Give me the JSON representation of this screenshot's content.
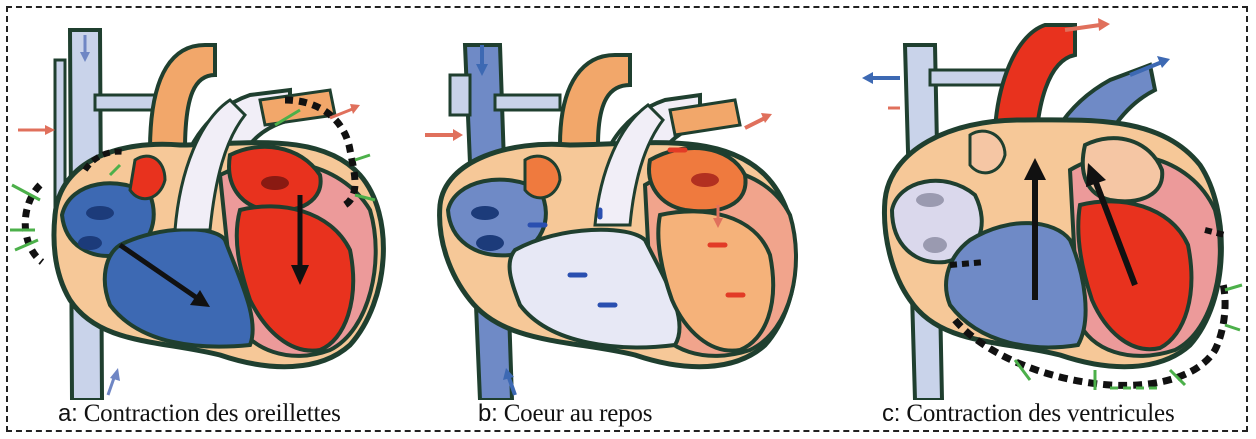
{
  "panels": [
    {
      "letter": "a:",
      "caption": "Contraction des oreillettes",
      "phase": "atrial-systole"
    },
    {
      "letter": "b:",
      "caption": "Coeur au repos",
      "phase": "diastole"
    },
    {
      "letter": "c:",
      "caption": "Contraction des ventricules",
      "phase": "ventricular-systole"
    }
  ],
  "colors": {
    "oxygenated": "#e8321e",
    "deoxygenated": "#3d69b3",
    "pale_blue": "#c9d3ea",
    "wall": "#f2b48a",
    "wall_pink": "#ec9a9a",
    "outline": "#1f3f2f",
    "contraction_marks": "#111111",
    "green_arrows": "#4cb04a",
    "arrows_blue": "#6f86c4",
    "arrows_red": "#e0705c"
  }
}
